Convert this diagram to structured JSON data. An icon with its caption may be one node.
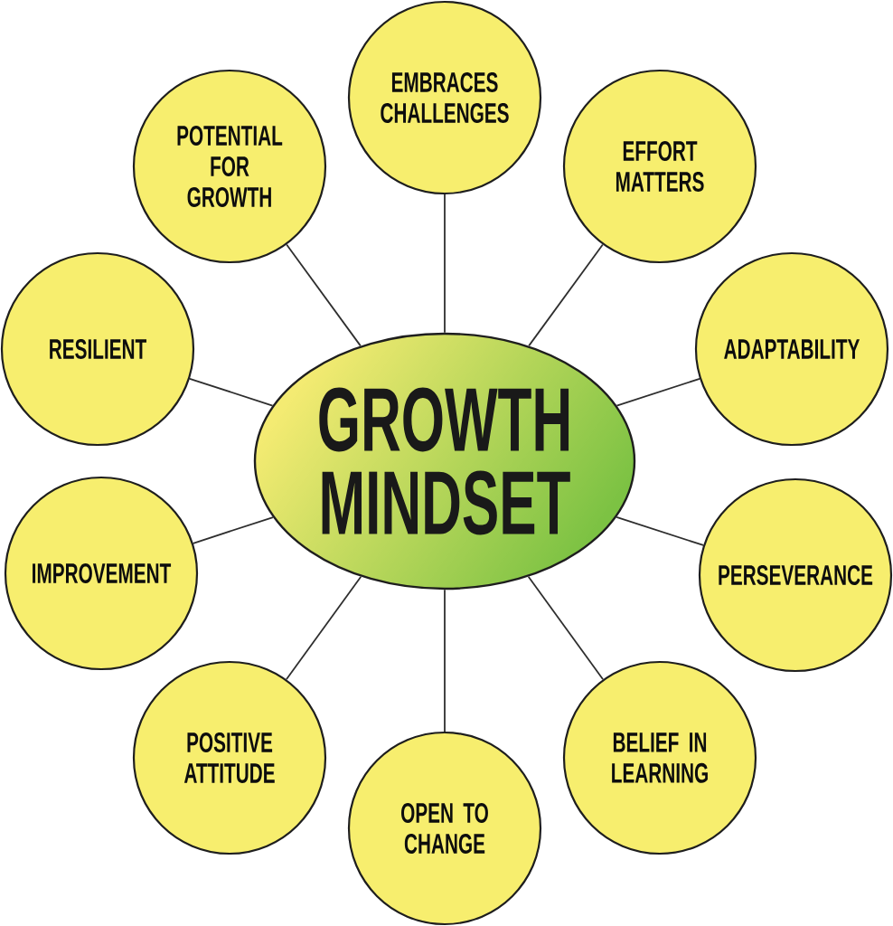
{
  "diagram": {
    "nodes": [
      {
        "text": [
          "GROWTH MINDSET"
        ]
      },
      {
        "text": [
          "EMBRACES CHALLENGES"
        ]
      },
      {
        "text": [
          "EFFORT MATTERS"
        ]
      },
      {
        "text": [
          "ADAPTABILITY"
        ]
      },
      {
        "text": [
          "PERSEVERANCE"
        ]
      },
      {
        "text": [
          "BELIEF IN LEARNING"
        ]
      },
      {
        "text": [
          "OPEN TO CHANGE"
        ]
      },
      {
        "text": [
          "POSITIVE ATTITUDE"
        ]
      },
      {
        "text": [
          "IMPROVEMENT"
        ]
      },
      {
        "text": [
          "RESILIENT"
        ]
      },
      {
        "text": [
          "POTENTIAL FOR GROWTH"
        ]
      }
    ],
    "edges": [
      {
        "from": 0,
        "to": 1,
        "arrow": "none"
      },
      {
        "from": 0,
        "to": 2,
        "arrow": "none"
      },
      {
        "from": 0,
        "to": 3,
        "arrow": "none"
      },
      {
        "from": 0,
        "to": 4,
        "arrow": "none"
      },
      {
        "from": 0,
        "to": 5,
        "arrow": "none"
      },
      {
        "from": 0,
        "to": 6,
        "arrow": "none"
      },
      {
        "from": 0,
        "to": 7,
        "arrow": "none"
      },
      {
        "from": 0,
        "to": 8,
        "arrow": "none"
      },
      {
        "from": 0,
        "to": 9,
        "arrow": "none"
      },
      {
        "from": 0,
        "to": 10,
        "arrow": "none"
      }
    ]
  }
}
